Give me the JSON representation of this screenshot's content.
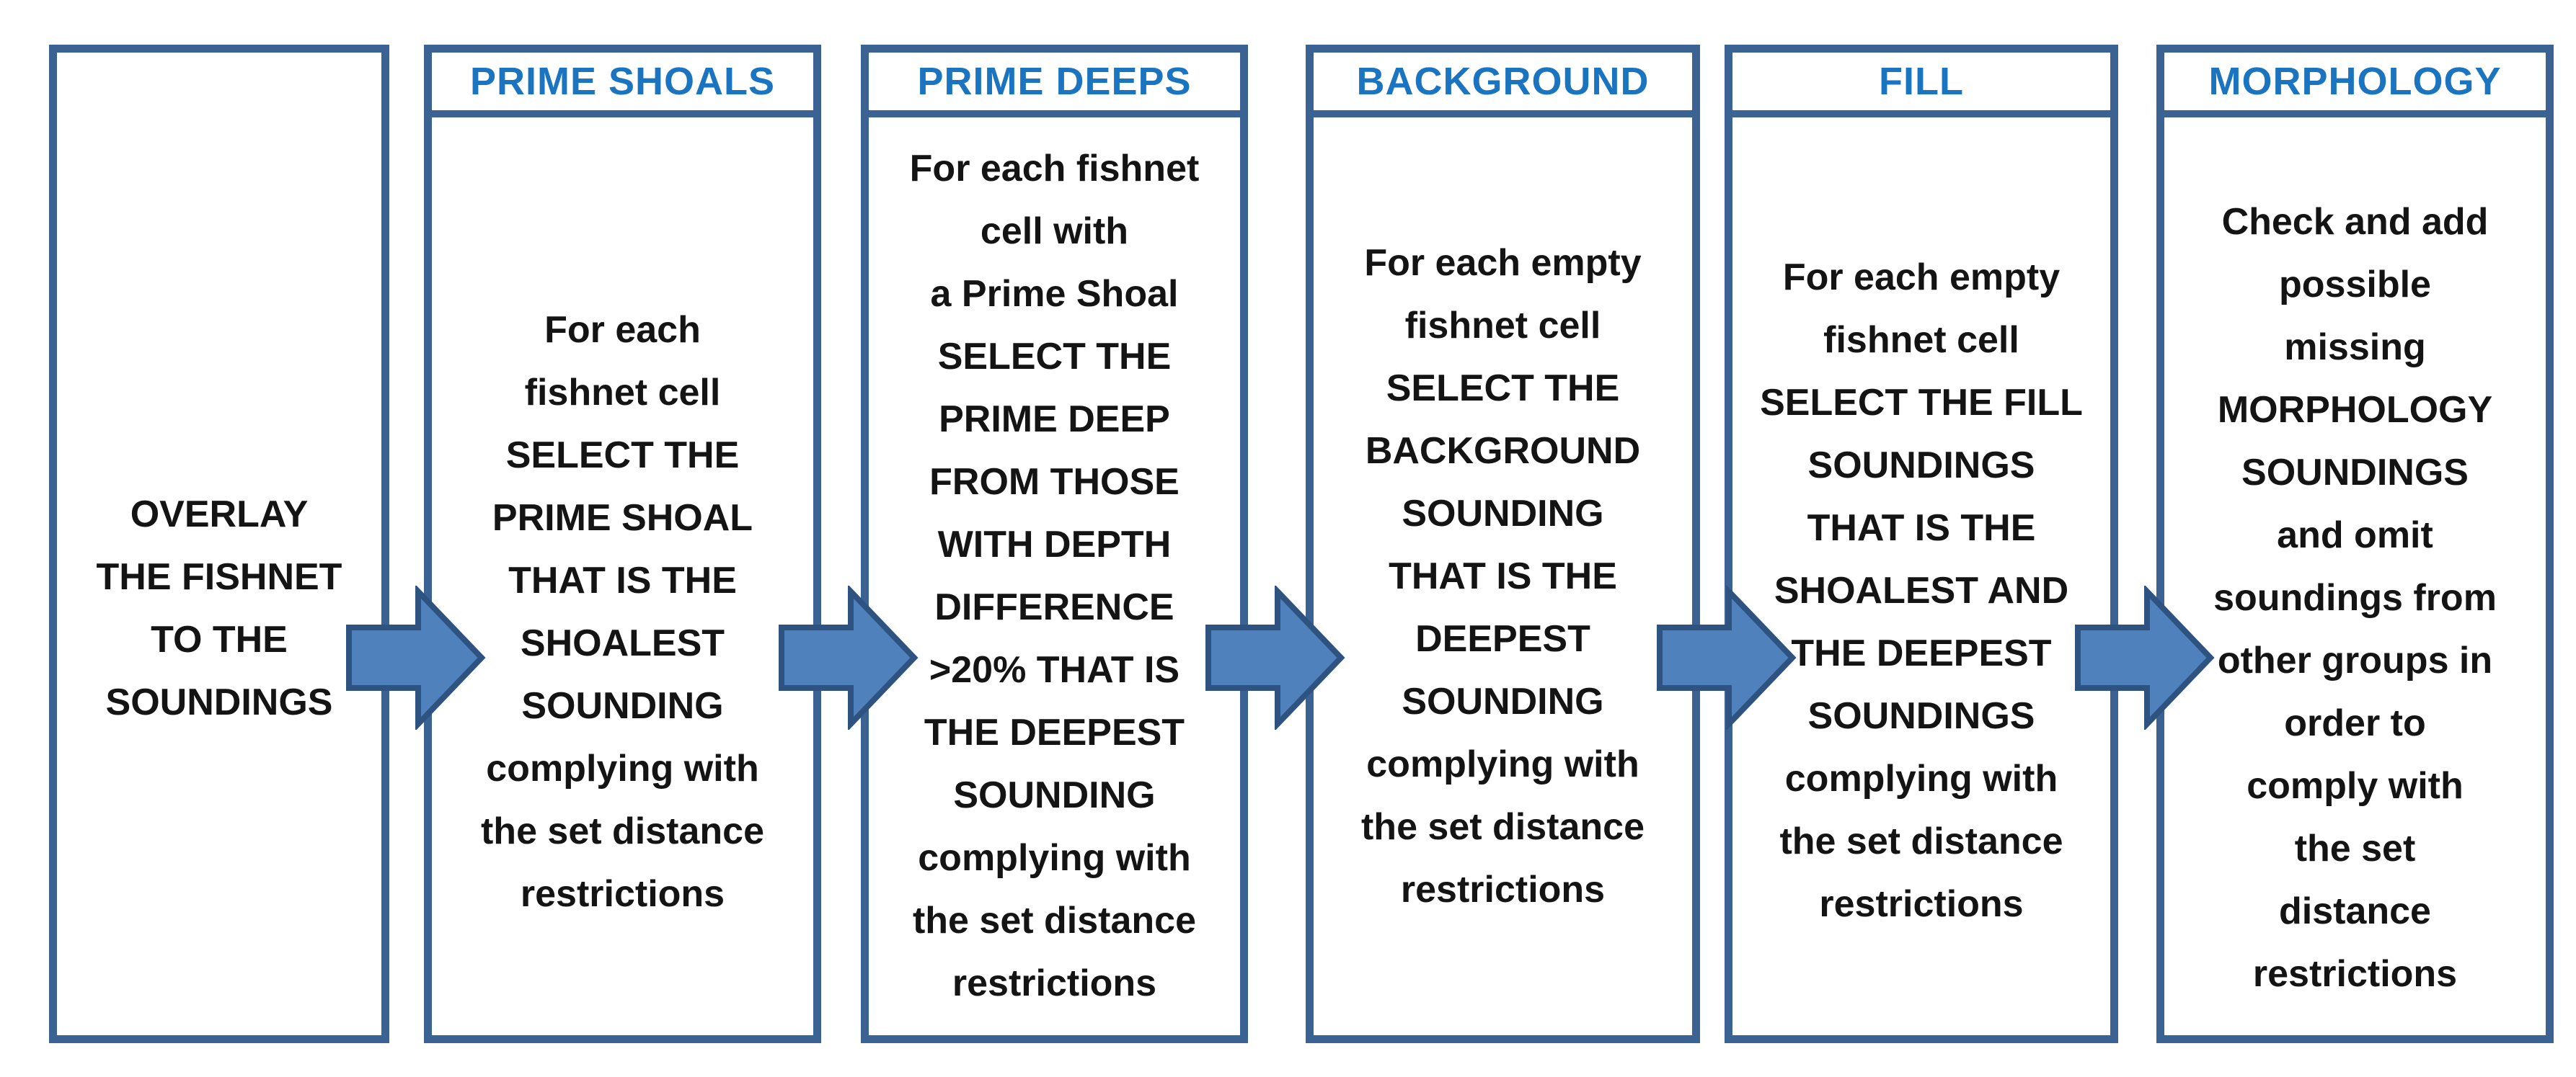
{
  "diagram": {
    "description": "Sounding selection workflow flowchart",
    "colors": {
      "background": "#FFFFFF",
      "border": "#3A6394",
      "header_text": "#1B74C0",
      "body_text": "#141414",
      "arrow_fill": "#4F81BD",
      "arrow_stroke": "#2E5380"
    },
    "steps": [
      {
        "header": "",
        "body_lines": [
          "OVERLAY",
          "THE FISHNET",
          "TO THE",
          "SOUNDINGS"
        ]
      },
      {
        "header": "PRIME SHOALS",
        "body_lines": [
          "For each",
          "fishnet cell",
          "SELECT THE",
          "PRIME SHOAL",
          "THAT IS THE",
          "SHOALEST",
          "SOUNDING",
          "complying with",
          "the set distance",
          "restrictions"
        ]
      },
      {
        "header": "PRIME DEEPS",
        "body_lines": [
          "For each fishnet",
          "cell with",
          "a Prime Shoal",
          "SELECT THE",
          "PRIME DEEP",
          "FROM THOSE",
          "WITH DEPTH",
          "DIFFERENCE",
          ">20% THAT IS",
          "THE DEEPEST",
          "SOUNDING",
          "complying with",
          "the set distance",
          "restrictions"
        ]
      },
      {
        "header": "BACKGROUND",
        "body_lines": [
          "For each empty",
          "fishnet cell",
          "SELECT THE",
          "BACKGROUND",
          "SOUNDING",
          "THAT IS THE",
          "DEEPEST",
          "SOUNDING",
          "complying with",
          "the set distance",
          "restrictions"
        ]
      },
      {
        "header": "FILL",
        "body_lines": [
          "For each empty",
          "fishnet cell",
          "SELECT THE FILL",
          "SOUNDINGS",
          "THAT IS THE",
          "SHOALEST AND",
          "THE DEEPEST",
          "SOUNDINGS",
          "complying with",
          "the set distance",
          "restrictions"
        ]
      },
      {
        "header": "MORPHOLOGY",
        "body_lines": [
          "Check and add",
          "possible",
          "missing",
          "MORPHOLOGY",
          "SOUNDINGS",
          "and omit",
          "soundings from",
          "other groups in",
          "order to",
          "comply with",
          "the set",
          "distance",
          "restrictions"
        ]
      }
    ]
  }
}
